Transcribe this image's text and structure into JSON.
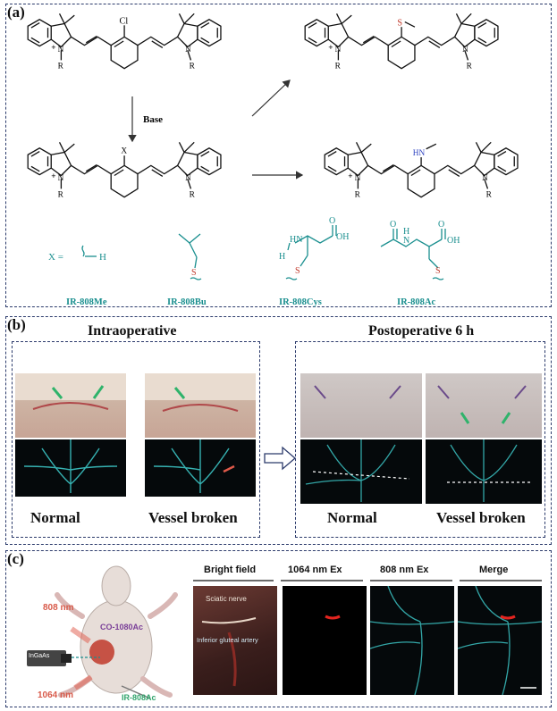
{
  "panels": {
    "a": "(a)",
    "b": "(b)",
    "c": "(c)"
  },
  "panel_a": {
    "reaction_label": "Base",
    "x_equals": "X =",
    "h_label": "H",
    "compound_names": [
      "IR-808Me",
      "IR-808Bu",
      "IR-808Cys",
      "IR-808Ac"
    ],
    "atoms": {
      "cl": "Cl",
      "x": "X",
      "s": "S",
      "hn": "HN",
      "n": "N",
      "r": "R",
      "nplus": "+",
      "o": "O",
      "oh": "OH",
      "hn_cys": "HN",
      "h_cys": "H",
      "nh_ac": "N",
      "h_ac": "H"
    }
  },
  "panel_b": {
    "group_left": "Intraoperative",
    "group_right": "Postoperative 6 h",
    "captions": [
      "Normal",
      "Vessel broken",
      "Normal",
      "Vessel broken"
    ]
  },
  "panel_c": {
    "laser_808": "808 nm",
    "laser_1064": "1064 nm",
    "probe_1": "CO-1080Ac",
    "probe_2": "IR-808Ac",
    "camera": "InGaAs",
    "columns": [
      "Bright field",
      "1064 nm Ex",
      "808 nm Ex",
      "Merge"
    ],
    "tissue_labels": [
      "Sciatic nerve",
      "Inferior gluteal artery"
    ]
  },
  "colors": {
    "frame": "#2b3a6b",
    "teal": "#1a8f8f",
    "green_arrow": "#2fb36b",
    "red_arrow": "#e05a4a",
    "fluor_teal": "#3fd0d0",
    "nerve_red": "#e3241f"
  }
}
